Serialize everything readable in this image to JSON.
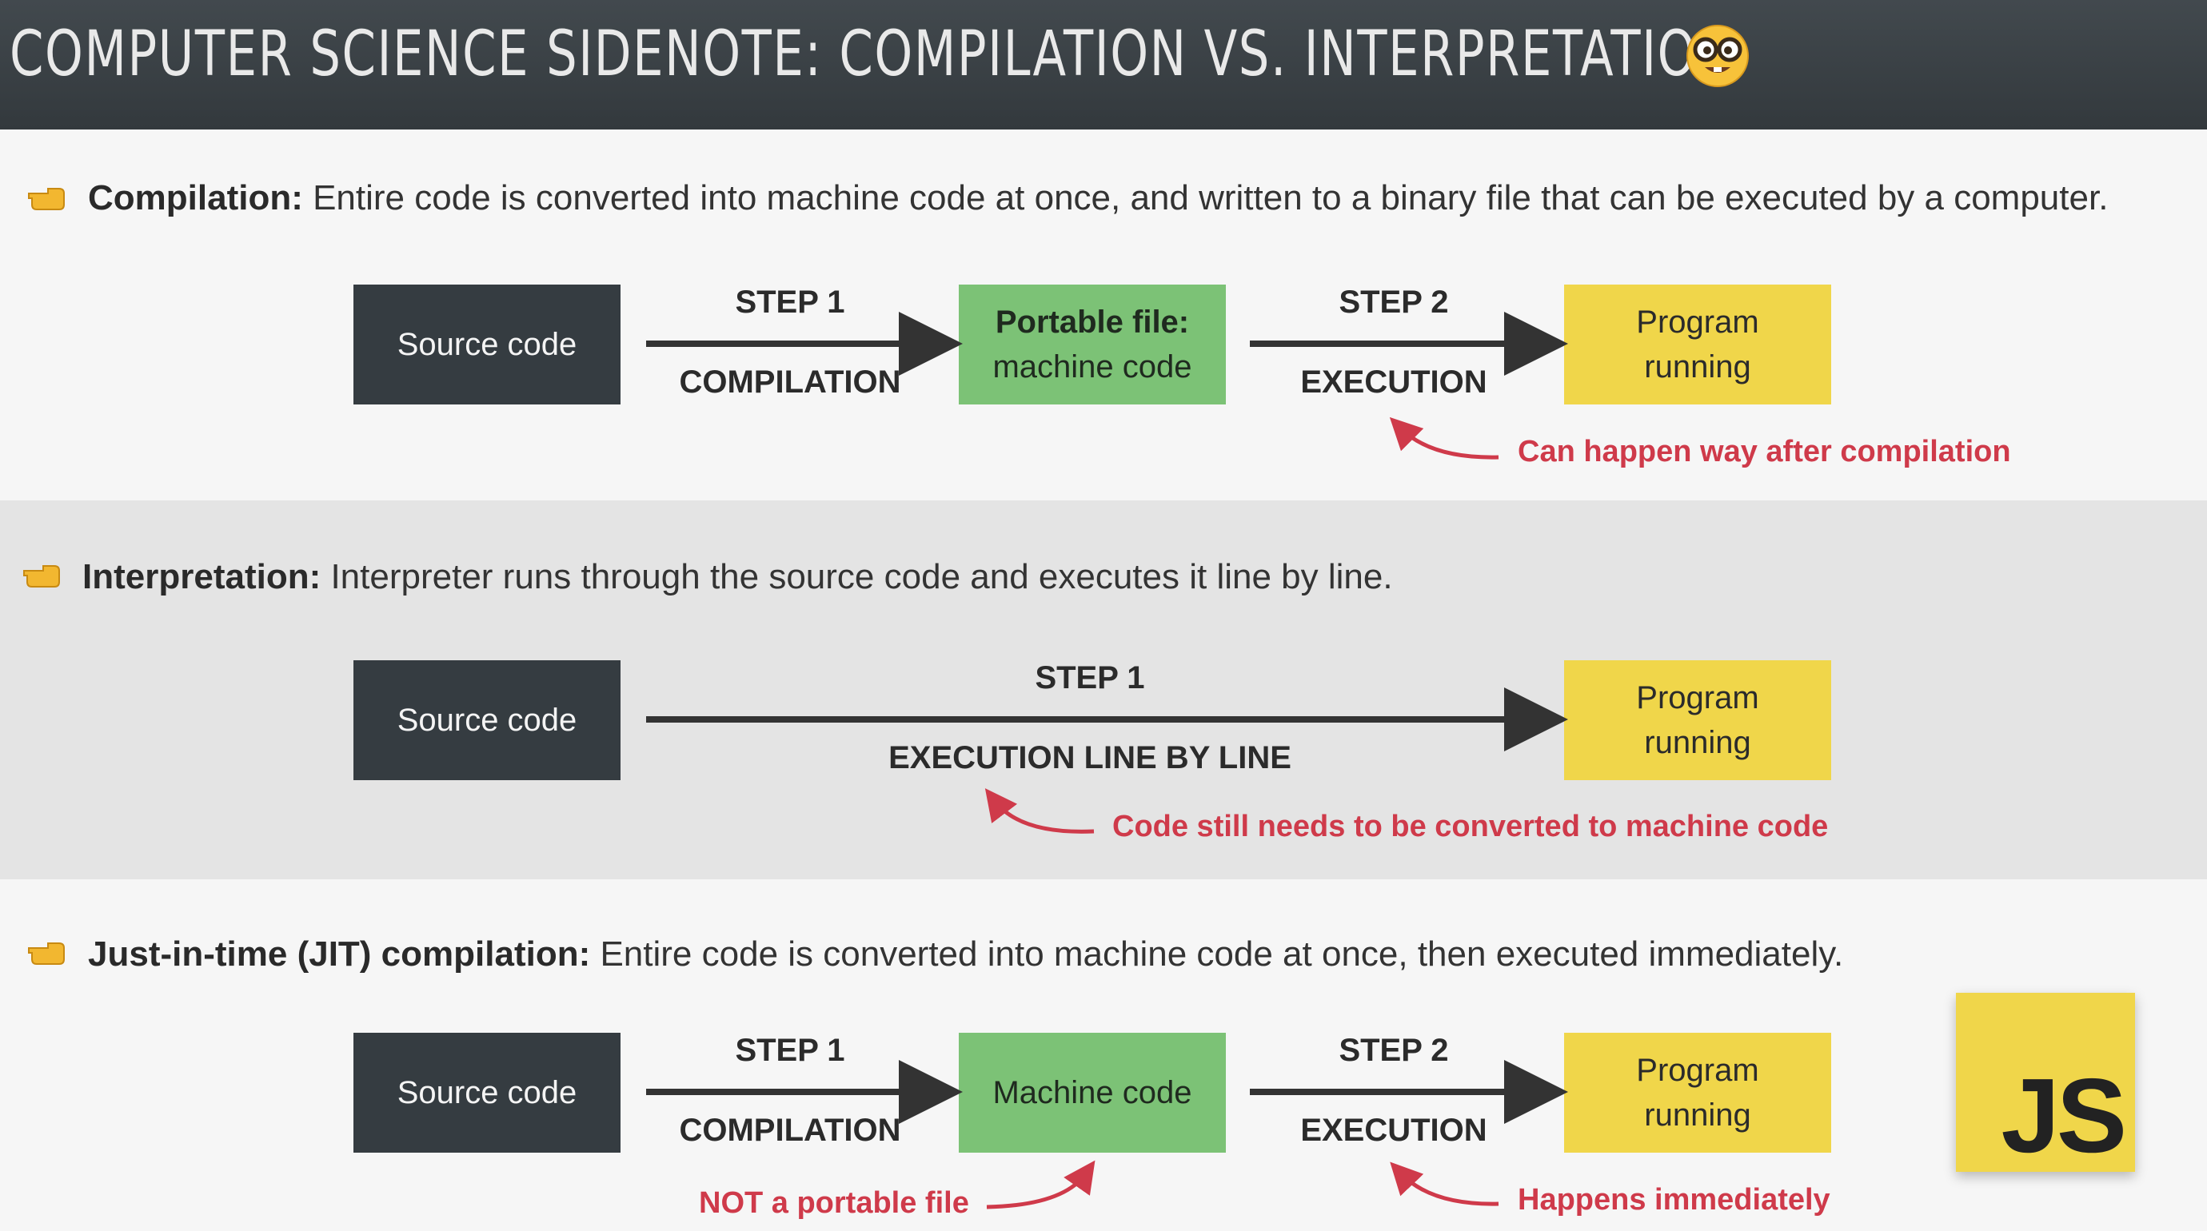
{
  "header": {
    "title": "COMPUTER SCIENCE SIDENOTE: COMPILATION VS. INTERPRETATION",
    "emoji_icon": "nerd-face-icon"
  },
  "sections": {
    "compilation": {
      "term": "Compilation:",
      "description": " Entire code is converted into machine code at once, and written to a binary file that can be executed by a computer.",
      "source": "Source code",
      "step1": "STEP 1",
      "step1_sub": "COMPILATION",
      "middle_line1": "Portable file:",
      "middle_line2": "machine code",
      "step2": "STEP 2",
      "step2_sub": "EXECUTION",
      "result_line1": "Program",
      "result_line2": "running",
      "note": "Can happen way after compilation"
    },
    "interpretation": {
      "term": "Interpretation:",
      "description": " Interpreter runs through the source code and executes it line by line.",
      "source": "Source code",
      "step1": "STEP 1",
      "step1_sub": "EXECUTION LINE BY LINE",
      "result_line1": "Program",
      "result_line2": "running",
      "note": "Code still needs to be converted to machine code"
    },
    "jit": {
      "term": "Just-in-time (JIT) compilation:",
      "description": " Entire code is converted into machine code at once, then executed immediately.",
      "source": "Source code",
      "step1": "STEP 1",
      "step1_sub": "COMPILATION",
      "middle": "Machine code",
      "step2": "STEP 2",
      "step2_sub": "EXECUTION",
      "result_line1": "Program",
      "result_line2": "running",
      "note_left": "NOT a portable file",
      "note_right": "Happens immediately"
    }
  },
  "badge": {
    "label": "JS"
  },
  "colors": {
    "header_bg": "#3a4045",
    "dark_box": "#353c41",
    "green_box": "#7cc276",
    "yellow_box": "#f0d64a",
    "note_red": "#cf3a4a",
    "band_gray": "#e4e4e4"
  }
}
